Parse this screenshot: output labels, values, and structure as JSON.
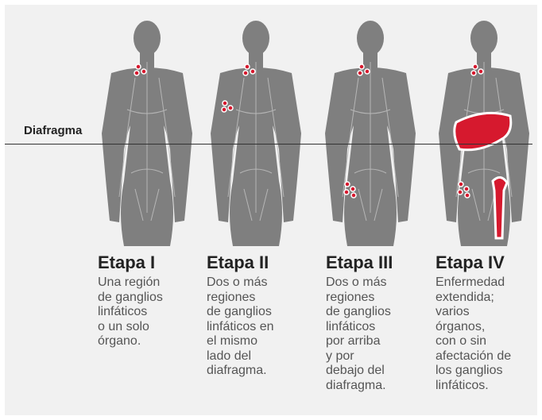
{
  "diaphragm_label": "Diafragma",
  "colors": {
    "panel_bg": "#f1f1f1",
    "body": "#7f7f7f",
    "vessels": "#bdbdbd",
    "node": "#d6192e",
    "line": "#333333"
  },
  "stages": [
    {
      "title": "Etapa I",
      "lines": [
        "Una región",
        "de ganglios",
        "linfáticos",
        "o un solo",
        "órgano."
      ]
    },
    {
      "title": "Etapa II",
      "lines": [
        "Dos o más",
        "regiones",
        "de ganglios",
        "linfáticos en",
        "el mismo",
        "lado del",
        "diafragma."
      ]
    },
    {
      "title": "Etapa III",
      "lines": [
        "Dos o más",
        "regiones",
        "de ganglios",
        "linfáticos",
        "por arriba",
        "y por",
        "debajo del",
        "diafragma."
      ]
    },
    {
      "title": "Etapa IV",
      "lines": [
        "Enfermedad",
        "extendida;",
        "varios",
        "órganos,",
        "con o sin",
        "afectación de",
        "los ganglios",
        "linfáticos."
      ]
    }
  ]
}
